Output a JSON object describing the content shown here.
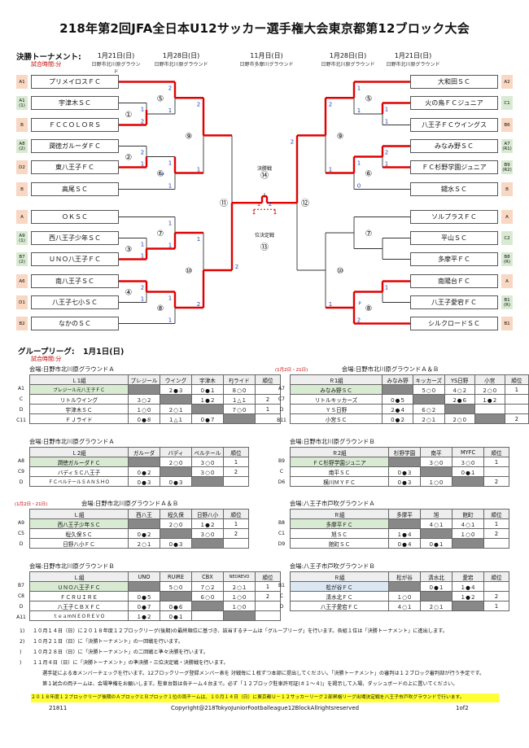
{
  "title": "218年第2回JFA全日本U12サッカー選手権大会東京都第12ブロック大会",
  "bracket": {
    "heading": "決勝トーナメント:",
    "time_note": "試合時間:分",
    "dates": [
      {
        "date": "1月21日(日)",
        "venue": "日野市北川原グラウンド"
      },
      {
        "date": "1月28日(日)",
        "venue": "日野市北川原グラウンド"
      },
      {
        "date": "11月日(日)",
        "venue": "日野市多摩川グラウンド"
      },
      {
        "date": "1月28日(日)",
        "venue": "日野市北川原グラウンド"
      },
      {
        "date": "1月21日(日)",
        "venue": "日野市北川原グラウンド"
      }
    ],
    "left": [
      {
        "seed": "A1",
        "team": "プリメイロスＦＣ"
      },
      {
        "seed": "A1\n(1)",
        "team": "宇津木ＳＣ"
      },
      {
        "seed": "B",
        "team": "ＦＣＣＯＬＯＲＳ"
      },
      {
        "seed": "A8\n(2)",
        "team": "潤徳ガルーダＦＣ"
      },
      {
        "seed": "D2",
        "team": "東八王子ＦＣ"
      },
      {
        "seed": "B",
        "team": "高尾ＳＣ"
      },
      {
        "seed": "A",
        "team": "ＯＫＳＣ"
      },
      {
        "seed": "A9\n(1)",
        "team": "西八王子少年ＳＣ"
      },
      {
        "seed": "B7\n(2)",
        "team": "ＵＮＯ八王子ＦＣ"
      },
      {
        "seed": "A6",
        "team": "南八王子ＳＣ"
      },
      {
        "seed": "D1",
        "team": "八王子七小ＳＣ"
      },
      {
        "seed": "B2",
        "team": "なかのＳＣ"
      }
    ],
    "right": [
      {
        "seed": "A2",
        "team": "大和田ＳＣ"
      },
      {
        "seed": "C1",
        "team": "火の鳥ＦＣジュニア"
      },
      {
        "seed": "B6",
        "team": "八王子ＦＣウイングス"
      },
      {
        "seed": "A7\n(R1)",
        "team": "みなみ野ＳＣ"
      },
      {
        "seed": "B9\n(R2)",
        "team": "ＦＣ杉野学園ジュニア"
      },
      {
        "seed": "B",
        "team": "鑓水ＳＣ"
      },
      {
        "seed": "A",
        "team": "ソルプラスＦＣ"
      },
      {
        "seed": "C2",
        "team": "平山ＳＣ"
      },
      {
        "seed": "B8\n(R)",
        "team": "多摩平ＦＣ"
      },
      {
        "seed": "A",
        "team": "南陽台ＦＣ"
      },
      {
        "seed": "B1\n(R)",
        "team": "八王子愛宕ＦＣ"
      },
      {
        "seed": "B1",
        "team": "シルクロードＳＣ"
      }
    ],
    "match_labels": [
      "①",
      "②",
      "③",
      "④",
      "⑤",
      "⑥",
      "⑦",
      "⑧",
      "⑨",
      "⑩",
      "⑪",
      "⑫",
      "⑬",
      "⑭"
    ],
    "final_label": "決勝戦",
    "third_label": "位決定戦",
    "p_mark": "P"
  },
  "league": {
    "heading": "グループリーグ:",
    "date": "1月1日(日)",
    "time_note": "試合時間:分",
    "groups": [
      {
        "venue": "会場:日野市北川原グラウンドＡ",
        "venue_note": "",
        "name": "Ｌ1組",
        "rank": "順位",
        "cols": [
          "ブレジール",
          "ウイング",
          "宇津木",
          "FJライド"
        ],
        "rows": [
          {
            "seed": "A1",
            "team": "ブレジール元八王子ＦＣ",
            "cells": [
              "",
              "２●３",
              "０●１",
              "８○０"
            ],
            "rank": "",
            "color": "green"
          },
          {
            "seed": "C",
            "team": "リトルウイング",
            "cells": [
              "３○２",
              "",
              "１●２",
              "１△１"
            ],
            "rank": "2",
            "color": ""
          },
          {
            "seed": "D",
            "team": "宇津木ＳＣ",
            "cells": [
              "１○０",
              "２○１",
              "",
              "７○０"
            ],
            "rank": "1",
            "color": ""
          },
          {
            "seed": "C11",
            "team": "ＦＪライド",
            "cells": [
              "０●８",
              "１△１",
              "０●７",
              ""
            ],
            "rank": "",
            "color": ""
          }
        ]
      },
      {
        "venue": "会場:日野市北川原グラウンドＡ＆Ｂ",
        "venue_note": "(1月2日・21日)",
        "name": "Ｒ1組",
        "rank": "順位",
        "cols": [
          "みなみ野",
          "キッカーズ",
          "YS日野",
          "小宮"
        ],
        "rows": [
          {
            "seed": "A7",
            "team": "みなみ野ＳＣ",
            "cells": [
              "",
              "５○０",
              "４○２",
              "２○０"
            ],
            "rank": "1",
            "color": "green"
          },
          {
            "seed": "C7",
            "team": "リトルキッカーズ",
            "cells": [
              "０●５",
              "",
              "２●６",
              "１●２"
            ],
            "rank": "",
            "color": ""
          },
          {
            "seed": "D",
            "team": "ＹＳ日野",
            "cells": [
              "２●４",
              "６○２",
              "",
              ""
            ],
            "rank": "",
            "color": ""
          },
          {
            "seed": "B11",
            "team": "小宮ＳＣ",
            "cells": [
              "０●２",
              "２○１",
              "２○０",
              ""
            ],
            "rank": "2",
            "color": ""
          }
        ]
      },
      {
        "venue": "会場:日野市北川原グラウンドＡ",
        "venue_note": "",
        "name": "Ｌ2組",
        "rank": "順位",
        "cols": [
          "ガルーダ",
          "バディ",
          "ベルテール"
        ],
        "rows": [
          {
            "seed": "A8",
            "team": "潤徳ガルーダＦＣ",
            "cells": [
              "",
              "２○０",
              "３○０"
            ],
            "rank": "1",
            "color": "green"
          },
          {
            "seed": "C9",
            "team": "バディＳＣ八王子",
            "cells": [
              "０●２",
              "",
              "３○０"
            ],
            "rank": "2",
            "color": ""
          },
          {
            "seed": "D",
            "team": "ＦＣベルテールＳＡＮＳＨＯ",
            "cells": [
              "０●３",
              "０●３",
              ""
            ],
            "rank": "",
            "color": ""
          }
        ]
      },
      {
        "venue": "会場:日野市北川原グラウンドＢ",
        "venue_note": "",
        "name": "Ｒ2組",
        "rank": "順位",
        "cols": [
          "杉野学園",
          "南平",
          "MYFC"
        ],
        "rows": [
          {
            "seed": "B9",
            "team": "ＦＣ杉野学園ジュニア",
            "cells": [
              "",
              "３○０",
              "３○０"
            ],
            "rank": "1",
            "color": "green"
          },
          {
            "seed": "C",
            "team": "南平ＳＣ",
            "cells": [
              "０●３",
              "",
              "０●１"
            ],
            "rank": "",
            "color": ""
          },
          {
            "seed": "D6",
            "team": "横川ＭＹＦＣ",
            "cells": [
              "０●３",
              "１○０",
              ""
            ],
            "rank": "2",
            "color": ""
          }
        ]
      },
      {
        "venue": "会場:日野市北川原グラウンドＡ＆Ｂ",
        "venue_note": "(1月2日・21日)",
        "name": "Ｌ組",
        "rank": "順位",
        "cols": [
          "西八王",
          "程久保",
          "日野八小"
        ],
        "rows": [
          {
            "seed": "A9",
            "team": "西八王子少年ＳＣ",
            "cells": [
              "",
              "２○０",
              "１●２"
            ],
            "rank": "1",
            "color": "green"
          },
          {
            "seed": "C5",
            "team": "程久保ＳＣ",
            "cells": [
              "０●２",
              "",
              "３○０"
            ],
            "rank": "2",
            "color": ""
          },
          {
            "seed": "D",
            "team": "日野八小ＦＣ",
            "cells": [
              "２○１",
              "０●３",
              ""
            ],
            "rank": "",
            "color": ""
          }
        ]
      },
      {
        "venue": "会場:八王子市戸吹グラウンドＡ",
        "venue_note": "",
        "name": "Ｒ組",
        "rank": "順位",
        "cols": [
          "多摩平",
          "旭",
          "館町"
        ],
        "rows": [
          {
            "seed": "B8",
            "team": "多摩平ＦＣ",
            "cells": [
              "",
              "４○１",
              "４○１"
            ],
            "rank": "1",
            "color": "green"
          },
          {
            "seed": "C1",
            "team": "旭ＳＣ",
            "cells": [
              "１●４",
              "",
              "１○０"
            ],
            "rank": "2",
            "color": ""
          },
          {
            "seed": "D9",
            "team": "館町ＳＣ",
            "cells": [
              "０●４",
              "０●１",
              ""
            ],
            "rank": "",
            "color": ""
          }
        ]
      },
      {
        "venue": "会場:日野市北川原グラウンドＢ",
        "venue_note": "",
        "name": "Ｌ組",
        "rank": "順位",
        "cols": [
          "UNO",
          "RUIRE",
          "CBX",
          "NEOREVO"
        ],
        "rows": [
          {
            "seed": "B7",
            "team": "ＵＮＯ八王子ＦＣ",
            "cells": [
              "",
              "５○０",
              "７○２",
              "２○１"
            ],
            "rank": "1",
            "color": "green"
          },
          {
            "seed": "C8",
            "team": "ＦＣＲＵＩＲＥ",
            "cells": [
              "０●５",
              "",
              "６○０",
              "１○０"
            ],
            "rank": "2",
            "color": ""
          },
          {
            "seed": "D",
            "team": "八王子ＣＢＸＦＣ",
            "cells": [
              "０●７",
              "０●６",
              "",
              "１○０"
            ],
            "rank": "",
            "color": ""
          },
          {
            "seed": "A11",
            "team": "ｔｅａｍＮＥＯＲＥＶＯ",
            "cells": [
              "１●２",
              "０●１",
              "",
              ""
            ],
            "rank": "",
            "color": ""
          }
        ]
      },
      {
        "venue": "会場:八王子市戸吹グラウンドＢ",
        "venue_note": "",
        "name": "Ｒ組",
        "rank": "順位",
        "cols": [
          "松が谷",
          "清水北",
          "愛宕"
        ],
        "rows": [
          {
            "seed": "B1",
            "team": "松が谷ＦＣ",
            "cells": [
              "",
              "０●１",
              "１●４"
            ],
            "rank": "",
            "color": "blue"
          },
          {
            "seed": "C",
            "team": "清水北ＦＣ",
            "cells": [
              "１○０",
              "",
              "１●２"
            ],
            "rank": "2",
            "color": ""
          },
          {
            "seed": "D",
            "team": "八王子愛宕ＦＣ",
            "cells": [
              "４○１",
              "２○１",
              ""
            ],
            "rank": "1",
            "color": ""
          }
        ]
      }
    ]
  },
  "notes": [
    {
      "num": "1)",
      "text": "１０月１４日（日）に２０１８年度１２ブロックリーグ(後期)の最終順位に基づき、該当するチームは「グループリーグ」を行います。各組１位は「決勝トーナメント」に進出します。"
    },
    {
      "num": "2)",
      "text": "１０月２１日（日）に「決勝トーナメント」の一回戦を行います。"
    },
    {
      "num": ")",
      "text": "１０月２８日（日）に「決勝トーナメント」の二回戦と準々決勝を行います。"
    },
    {
      "num": ")",
      "text": "１１月４日（日）に「決勝トーナメント」の準決勝・三位決定戦・決勝戦を行います。"
    },
    {
      "num": "",
      "text": "選手証による本メンバーチェックを行います。12ブロックリーグ登録メンバー表を 対戦毎に１枚ずつ本部に提出してください。「決勝トーナメント」の審判は１２ブロック審判部が行う予定です。"
    },
    {
      "num": "",
      "text": "第１試合の両チームは、会場準備をお願いします。駐車台数は各チーム４台まで。必ず「１２ブロック駐車許可証(＃１〜４)」を掲示して入場、ダッシュボードの上に置いてください。"
    }
  ],
  "highlight": "２０１８年度１２ブロックリーグ後期のＡブロックとＢブロック１位の両チームは、１０月１４日（日）に東京都Ｕ－１２サッカーリーグ２部昇格リーグ出場決定戦を八王子市戸吹グラウンドで行います。",
  "footer": {
    "left": "21811",
    "center": "Copyright@218TokyoJuniorFootballeague12BlockAllrightsreserved",
    "right": "1of2"
  }
}
